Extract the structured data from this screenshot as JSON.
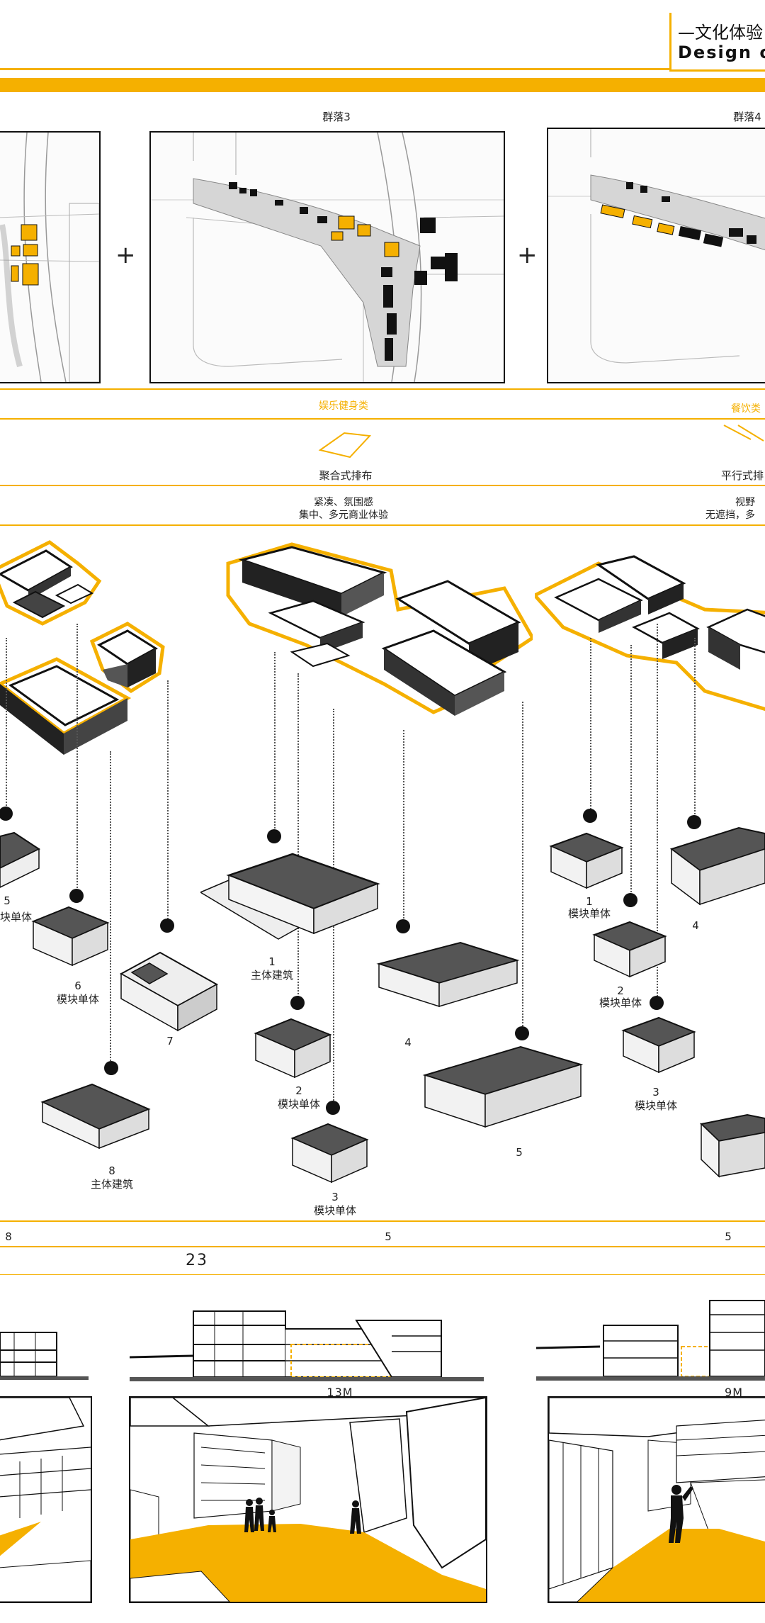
{
  "header": {
    "title_cn": "—文化体验",
    "title_en": "Design of"
  },
  "plans": [
    {
      "label": ""
    },
    {
      "label": "群落3"
    },
    {
      "label": "群落4"
    }
  ],
  "plus_sign": "+",
  "categories": {
    "entertainment": "娱乐健身类",
    "dining": "餐饮类"
  },
  "layouts": {
    "clustered": "聚合式排布",
    "parallel": "平行式排"
  },
  "features": {
    "c2_line1": "紧凑、氛围感",
    "c2_line2": "集中、多元商业体验",
    "c3_line1": "视野",
    "c3_line2": "无遮挡，多"
  },
  "modules": {
    "c1_5": "5",
    "c1_5b": "块单体",
    "c1_6": "6",
    "c1_6b": "模块单体",
    "c1_7": "7",
    "c1_8": "8",
    "c1_8b": "主体建筑",
    "c2_1": "1",
    "c2_1b": "主体建筑",
    "c2_2": "2",
    "c2_2b": "模块单体",
    "c2_3": "3",
    "c2_3b": "模块单体",
    "c2_4": "4",
    "c2_5": "5",
    "c3_1": "1",
    "c3_1b": "模块单体",
    "c3_2": "2",
    "c3_2b": "模块单体",
    "c3_3": "3",
    "c3_3b": "模块单体",
    "c3_4": "4"
  },
  "counts": {
    "c1": "8",
    "c2": "5",
    "c3": "5",
    "total": "23"
  },
  "heights": {
    "c2": "13M",
    "c3": "9M"
  },
  "colors": {
    "accent": "#f5b000",
    "ink": "#111111"
  }
}
